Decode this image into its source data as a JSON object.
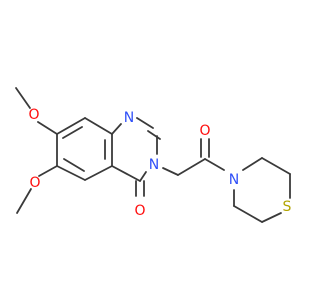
{
  "atoms": {
    "o_methoxy_top": {
      "text": "O",
      "color": "#ff0d0d"
    },
    "o_methoxy_bottom": {
      "text": "O",
      "color": "#ff0d0d"
    },
    "n_ring_top": {
      "text": "N",
      "color": "#3050f8"
    },
    "n_ring_3": {
      "text": "N",
      "color": "#3050f8"
    },
    "o_ring_carbonyl": {
      "text": "O",
      "color": "#ff0d0d"
    },
    "o_amide": {
      "text": "O",
      "color": "#ff0d0d"
    },
    "n_amide": {
      "text": "N",
      "color": "#3050f8"
    },
    "s_ring": {
      "text": "S",
      "color": "#b2a400"
    }
  },
  "bond_color": "#3a3a3a",
  "background": "#ffffff"
}
